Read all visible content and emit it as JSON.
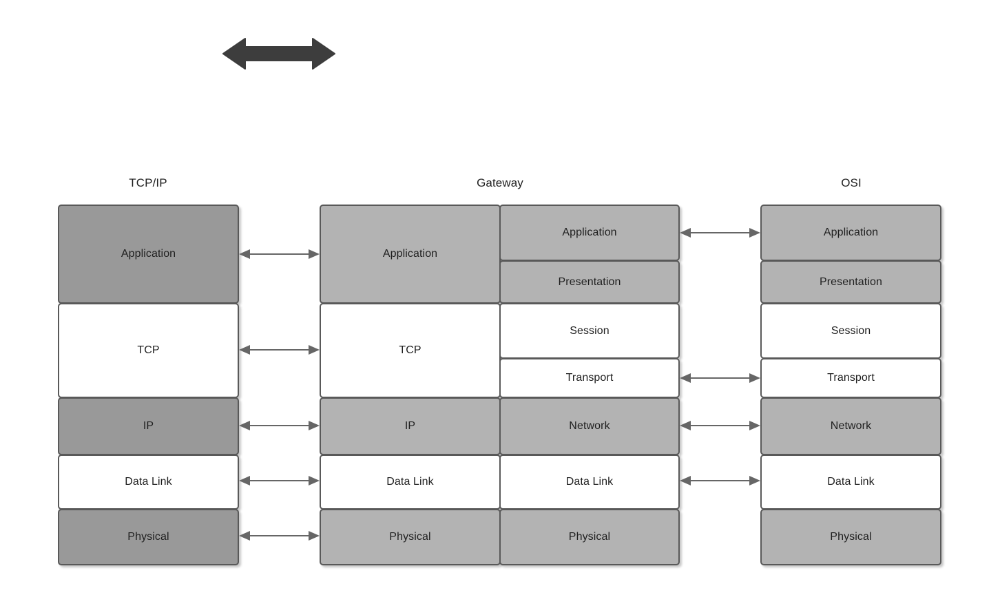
{
  "diagram": {
    "title_top_arrow": "bidirectional-arrow",
    "colors": {
      "dark_gray": "#999999",
      "mid_gray": "#b3b3b3",
      "white": "#ffffff",
      "border": "#595959",
      "arrow": "#666666",
      "top_arrow": "#3d3d3d",
      "text": "#1f1f1f"
    }
  },
  "columns": {
    "tcpip": {
      "title": "TCP/IP",
      "layers": [
        {
          "label": "Application",
          "fill": "dark"
        },
        {
          "label": "TCP",
          "fill": "white"
        },
        {
          "label": "IP",
          "fill": "dark"
        },
        {
          "label": "Data Link",
          "fill": "white"
        },
        {
          "label": "Physical",
          "fill": "dark"
        }
      ]
    },
    "gateway": {
      "title": "Gateway",
      "left_layers": [
        {
          "label": "Application",
          "fill": "mid"
        },
        {
          "label": "TCP",
          "fill": "white"
        },
        {
          "label": "IP",
          "fill": "mid"
        },
        {
          "label": "Data Link",
          "fill": "white"
        },
        {
          "label": "Physical",
          "fill": "mid"
        }
      ],
      "right_layers": [
        {
          "label": "Application",
          "fill": "mid"
        },
        {
          "label": "Presentation",
          "fill": "mid"
        },
        {
          "label": "Session",
          "fill": "white"
        },
        {
          "label": "Transport",
          "fill": "white"
        },
        {
          "label": "Network",
          "fill": "mid"
        },
        {
          "label": "Data Link",
          "fill": "white"
        },
        {
          "label": "Physical",
          "fill": "mid"
        }
      ]
    },
    "osi": {
      "title": "OSI",
      "layers": [
        {
          "label": "Application",
          "fill": "mid"
        },
        {
          "label": "Presentation",
          "fill": "mid"
        },
        {
          "label": "Session",
          "fill": "white"
        },
        {
          "label": "Transport",
          "fill": "white"
        },
        {
          "label": "Network",
          "fill": "mid"
        },
        {
          "label": "Data Link",
          "fill": "white"
        },
        {
          "label": "Physical",
          "fill": "mid"
        }
      ]
    }
  },
  "connectors": {
    "left_group": [
      {
        "pairs": "Application-Application"
      },
      {
        "pairs": "TCP-TCP"
      },
      {
        "pairs": "IP-IP"
      },
      {
        "pairs": "Data Link-Data Link"
      },
      {
        "pairs": "Physical-Physical"
      }
    ],
    "right_group": [
      {
        "pairs": "Application-Application"
      },
      {
        "pairs": "Transport-Transport"
      },
      {
        "pairs": "Network-Network"
      },
      {
        "pairs": "Data Link-Data Link"
      }
    ]
  }
}
